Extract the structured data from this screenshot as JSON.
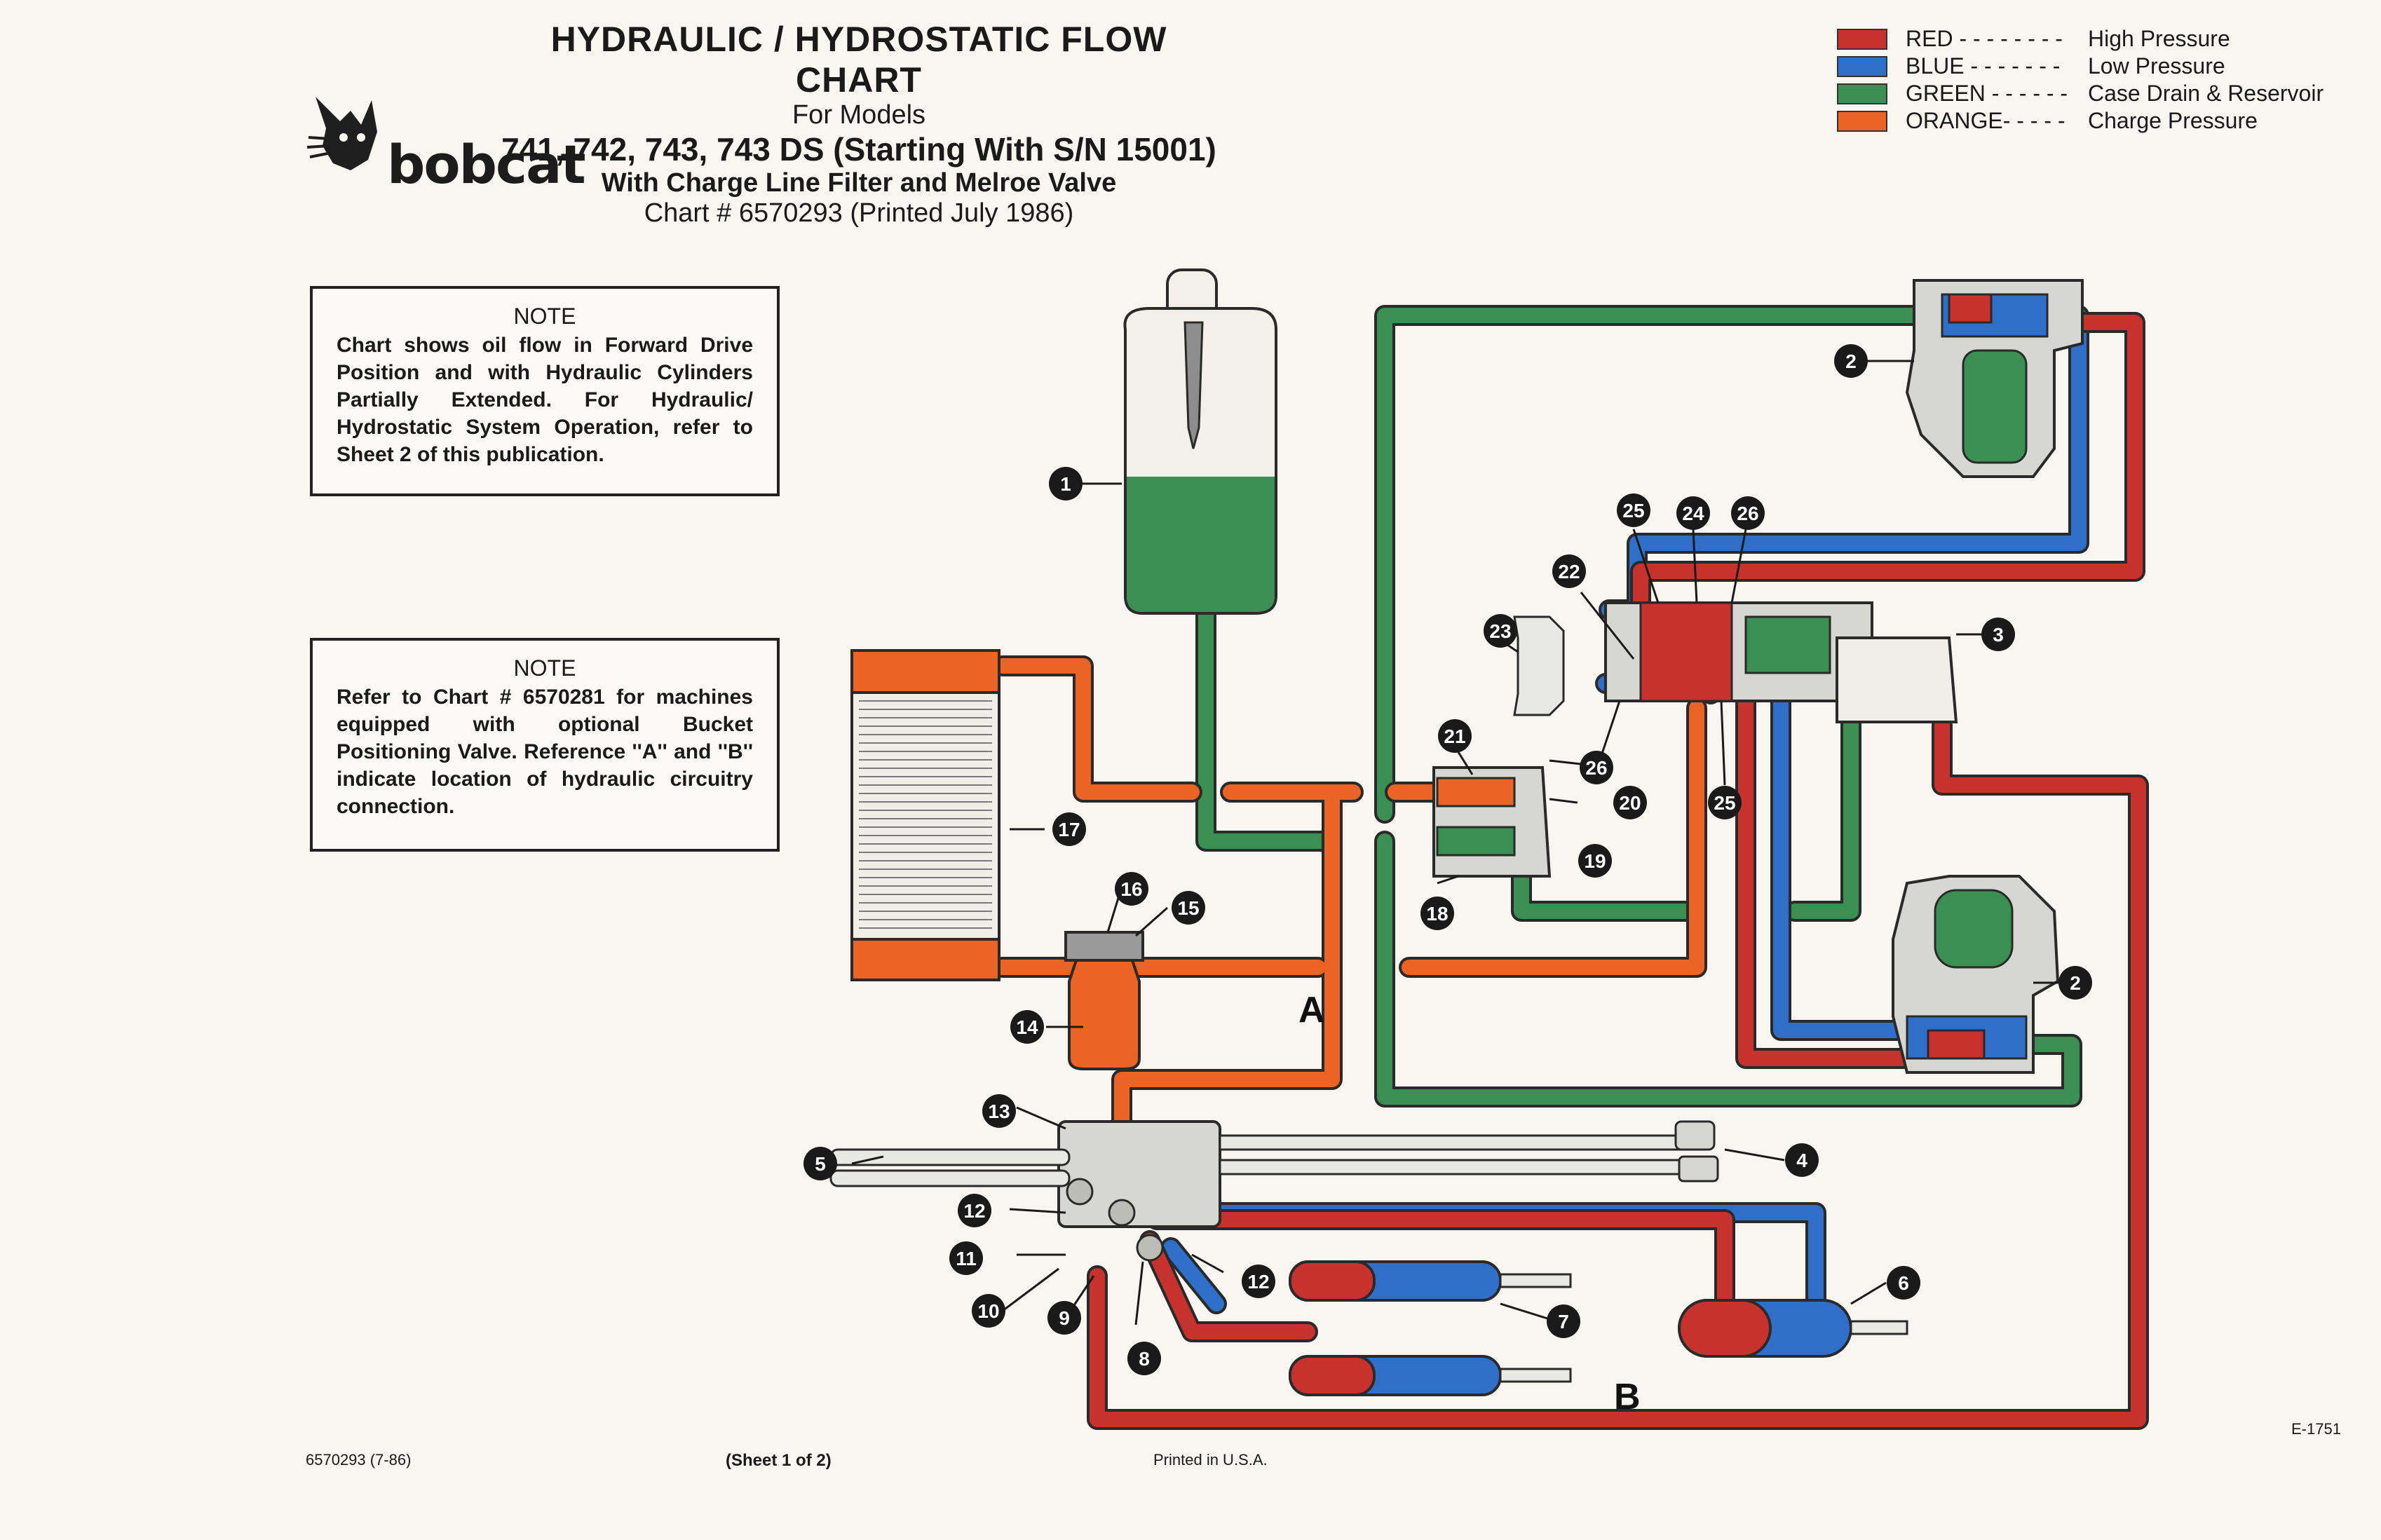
{
  "header": {
    "title": "HYDRAULIC / HYDROSTATIC FLOW CHART",
    "for_models": "For Models",
    "models": "741, 742, 743, 743 DS (Starting With S/N 15001)",
    "with_filter": "With Charge Line Filter and Melroe Valve",
    "chart_number": "Chart # 6570293 (Printed July 1986)"
  },
  "logo": {
    "text": "bobcat",
    "icon": "bobcat-head-logo"
  },
  "legend": [
    {
      "color_name": "RED - - - - - - - -",
      "meaning": "High Pressure",
      "color": "#c8322e"
    },
    {
      "color_name": "BLUE - - - - - - -",
      "meaning": "Low Pressure",
      "color": "#2f6fc9"
    },
    {
      "color_name": "GREEN - - - - - -",
      "meaning": "Case Drain & Reservoir",
      "color": "#3a8f52"
    },
    {
      "color_name": "ORANGE- - - - -",
      "meaning": "Charge Pressure",
      "color": "#ec6425"
    }
  ],
  "notes": [
    {
      "title": "NOTE",
      "text": "Chart shows oil flow in Forward Drive Position and with Hydraulic Cylinders Partially Extended. For Hydraulic/ Hydrostatic System Operation, refer to Sheet 2 of this publication."
    },
    {
      "title": "NOTE",
      "text": "Refer to Chart # 6570281 for machines equipped with optional Bucket Positioning Valve. Reference ''A'' and ''B'' indicate location of hydraulic circuitry connection."
    }
  ],
  "references": {
    "a": "A",
    "b": "B"
  },
  "callouts": [
    "1",
    "2",
    "2",
    "3",
    "4",
    "5",
    "6",
    "7",
    "8",
    "9",
    "10",
    "11",
    "12",
    "12",
    "13",
    "14",
    "15",
    "16",
    "17",
    "18",
    "19",
    "20",
    "21",
    "22",
    "23",
    "24",
    "25",
    "25",
    "26",
    "26"
  ],
  "footer": {
    "part": "6570293 (7-86)",
    "sheet": "(Sheet 1 of 2)",
    "printed": "Printed in U.S.A.",
    "code": "E-1751"
  },
  "colors": {
    "red": "#c8322e",
    "blue": "#2f6fc9",
    "green": "#3a8f52",
    "orange": "#ec6425",
    "outline": "#2a2a2a"
  }
}
